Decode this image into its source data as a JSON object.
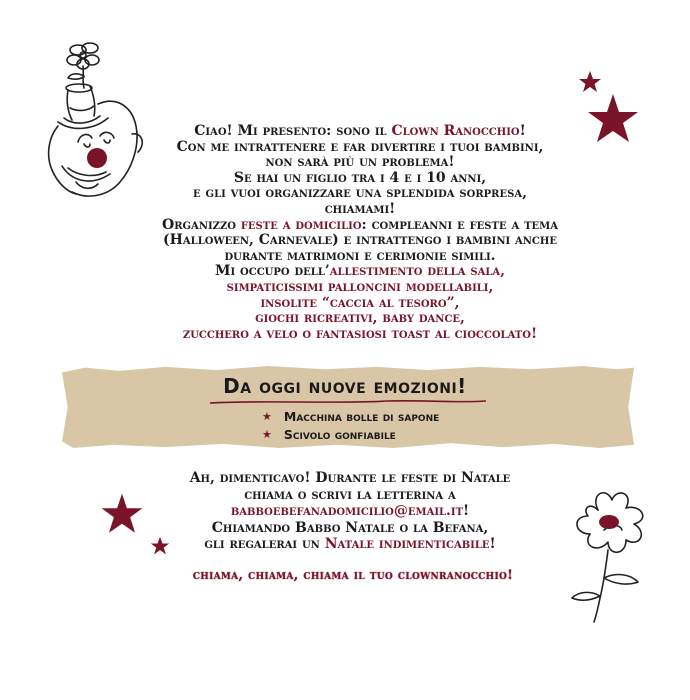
{
  "intro": {
    "l1a": "Ciao! Mi presento: sono il ",
    "l1b": "Clown Ranocchio",
    "l1c": "!",
    "l2": "Con me intrattenere e far divertire i tuoi bambini,",
    "l3": "non sarà più un problema!",
    "l4": "Se hai un figlio tra i 4 e i 10 anni,",
    "l5": "e gli vuoi organizzare una splendida sorpresa,",
    "l6": "chiamami!",
    "l7a": "Organizzo ",
    "l7b": "feste a domicilio",
    "l7c": ": compleanni e feste a tema",
    "l8": "(Halloween, Carnevale) e intrattengo i bambini anche",
    "l9": "durante matrimoni e cerimonie simili.",
    "l10a": "Mi occupo dell’",
    "l10b": "allestimento della sala,",
    "l11": "simpaticissimi palloncini modellabili,",
    "l12": "insolite “caccia al tesoro”,",
    "l13": "giochi ricreativi, baby dance,",
    "l14": "zucchero a velo o fantasiosi toast al cioccolato!"
  },
  "banner": {
    "title": "Da oggi nuove emozioni!",
    "features": [
      "Macchina bolle di sapone",
      "Scivolo gonfiabile"
    ]
  },
  "outro": {
    "l1": "Ah, dimenticavo! Durante le feste di Natale",
    "l2": "chiama o scrivi la letterina a",
    "l3a": "babboebefanadomicilio@email.it",
    "l3b": "!",
    "l4": "Chiamando Babbo Natale o la Befana,",
    "l5a": "gli regalerai un ",
    "l5b": "Natale indimenticabile",
    "l5c": "!"
  },
  "closing": "chiama, chiama, chiama il tuo clownranocchio!",
  "colors": {
    "accent": "#7a1428",
    "banner": "#d8c6a6",
    "text": "#1b1b1b"
  },
  "icons": [
    "clown-icon",
    "star-icon",
    "flower-icon"
  ]
}
